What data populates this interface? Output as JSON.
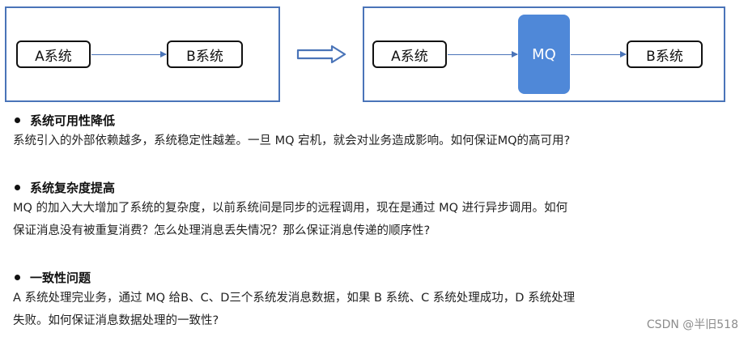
{
  "diagram": {
    "left": {
      "node_a": "A系统",
      "node_b": "B系统"
    },
    "right": {
      "node_a": "A系统",
      "node_mq": "MQ",
      "node_b": "B系统"
    },
    "colors": {
      "frame": "#4a74b8",
      "mq": "#4f88d8",
      "arrow": "#4a74b8"
    }
  },
  "sections": [
    {
      "title": "系统可用性降低",
      "lines": [
        "系统引入的外部依赖越多，系统稳定性越差。一旦 MQ 宕机，就会对业务造成影响。如何保证MQ的高可用?"
      ]
    },
    {
      "title": "系统复杂度提高",
      "lines": [
        "MQ 的加入大大增加了系统的复杂度，以前系统间是同步的远程调用，现在是通过 MQ 进行异步调用。如何",
        "保证消息没有被重复消费？怎么处理消息丢失情况？那么保证消息传递的顺序性?"
      ]
    },
    {
      "title": "一致性问题",
      "lines": [
        "A 系统处理完业务，通过 MQ 给B、C、D三个系统发消息数据，如果 B 系统、C 系统处理成功，D 系统处理",
        "失败。如何保证消息数据处理的一致性?"
      ]
    }
  ],
  "watermark": "CSDN @半旧518"
}
